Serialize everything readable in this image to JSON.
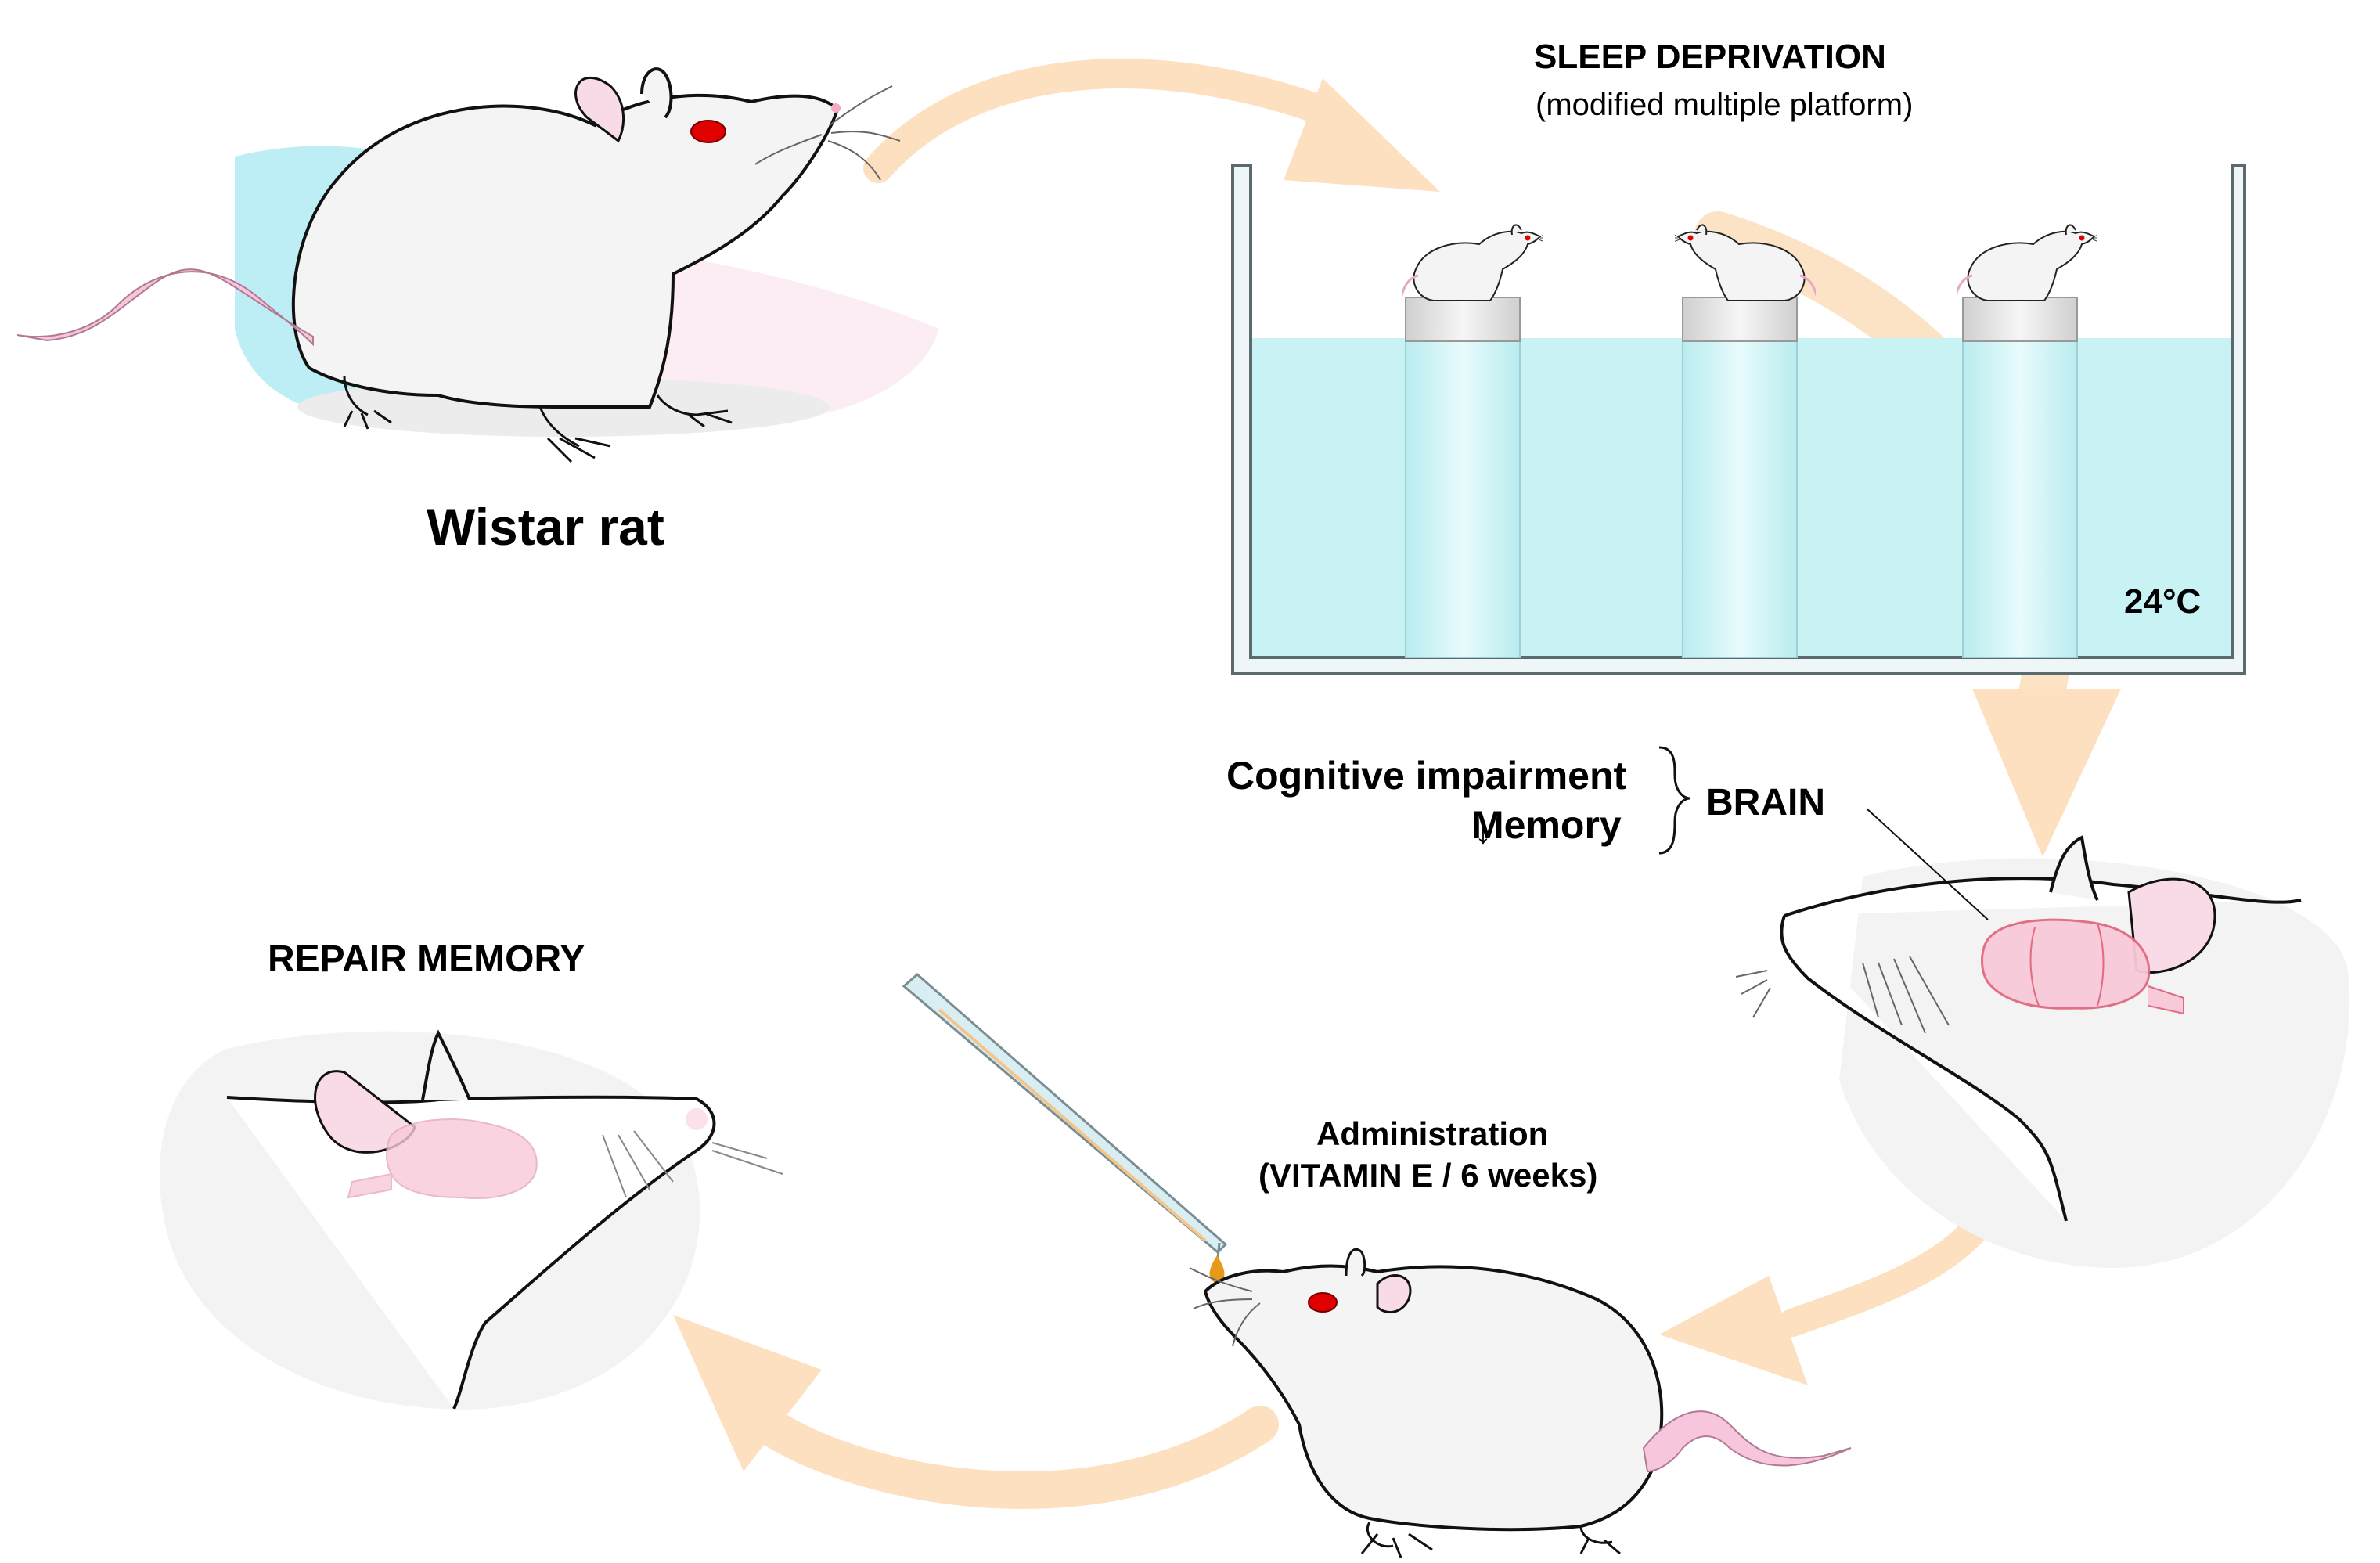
{
  "labels": {
    "wistar": "Wistar rat",
    "sleep_title": "SLEEP DEPRIVATION",
    "sleep_subtitle": "(modified multiple platform)",
    "temperature": "24°C",
    "cognitive": "Cognitive impairment",
    "memory_arrow": "↓",
    "memory": "Memory",
    "brain": "BRAIN",
    "repair": "REPAIR MEMORY",
    "admin_line1": "Administration",
    "admin_line2": "(VITAMIN E / 6 weeks)"
  },
  "colors": {
    "arrow": "#fde0c0",
    "water": "#c9f2f5",
    "tank_stroke": "#5a6b70",
    "rat_fill": "#f4f4f4",
    "rat_stroke": "#111111",
    "tail": "#f7c6dc",
    "eye": "#e00000",
    "brain_fill": "#f8c9d9",
    "brain_stroke": "#e06a80",
    "drop": "#e79a1a",
    "halo": "#f3f3f3",
    "cyan_blob": "#bdeef5",
    "pink_blob": "#fbe6f0"
  }
}
